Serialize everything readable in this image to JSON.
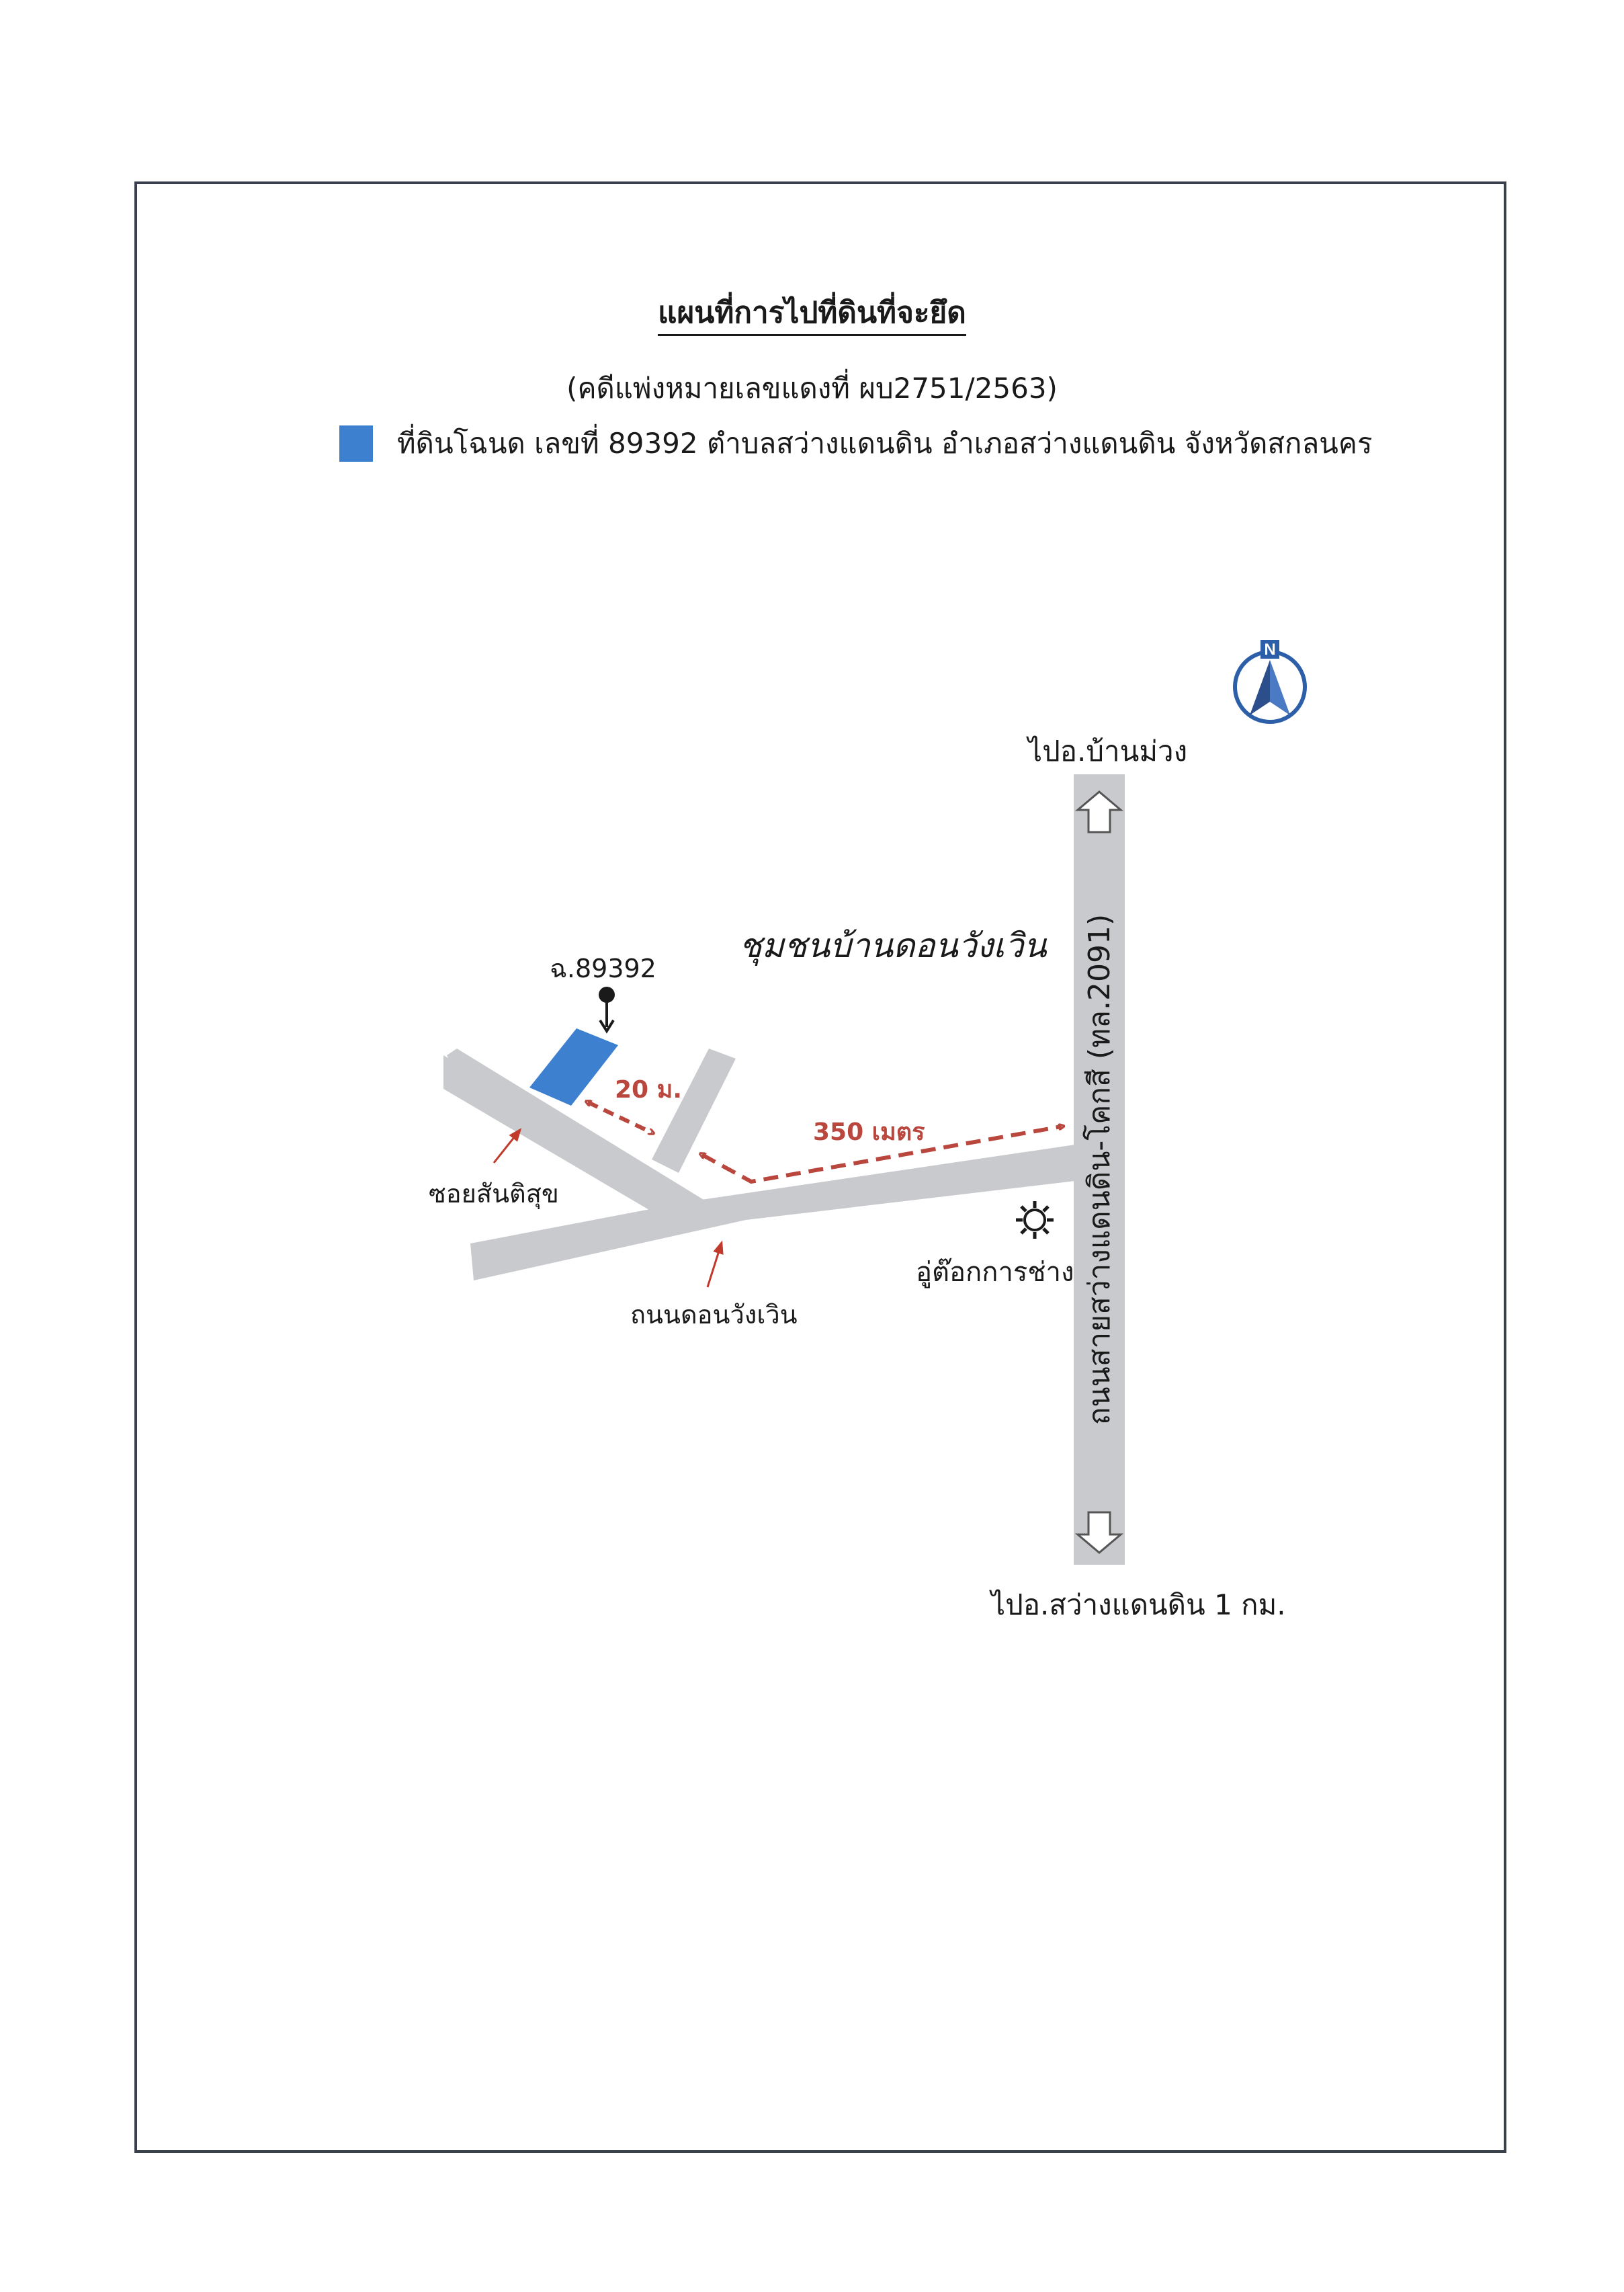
{
  "title": "แผนที่การไปที่ดินที่จะยึด",
  "subtitle": "(คดีแพ่งหมายเลขแดงที่ ผบ2751/2563)",
  "legend": {
    "text": "ที่ดินโฉนด เลขที่ 89392  ตำบลสว่างแดนดิน  อำเภอสว่างแดนดิน  จังหวัดสกลนคร",
    "color": "#3e80d0"
  },
  "compass": {
    "letter": "N"
  },
  "labels": {
    "to_ban_muang": "ไปอ.บ้านม่วง",
    "community": "ชุมชนบ้านดอนวังเวิน",
    "parcel": "ฉ.89392",
    "dist_20": "20 ม.",
    "dist_350": "350 เมตร",
    "soi": "ซอยสันติสุข",
    "don_wang_road": "ถนนดอนวังเวิน",
    "garage": "อู่ต๊อกการช่าง",
    "main_road": "ถนนสายสว่างแดนดิน-โคกสี (ทล.2091)",
    "to_sawang": "ไปอ.สว่างแดนดิน  1 กม."
  },
  "colors": {
    "road": "#c9cacd",
    "parcel": "#3e80d0",
    "route": "#b9473d",
    "frame": "#3a3f4e"
  }
}
